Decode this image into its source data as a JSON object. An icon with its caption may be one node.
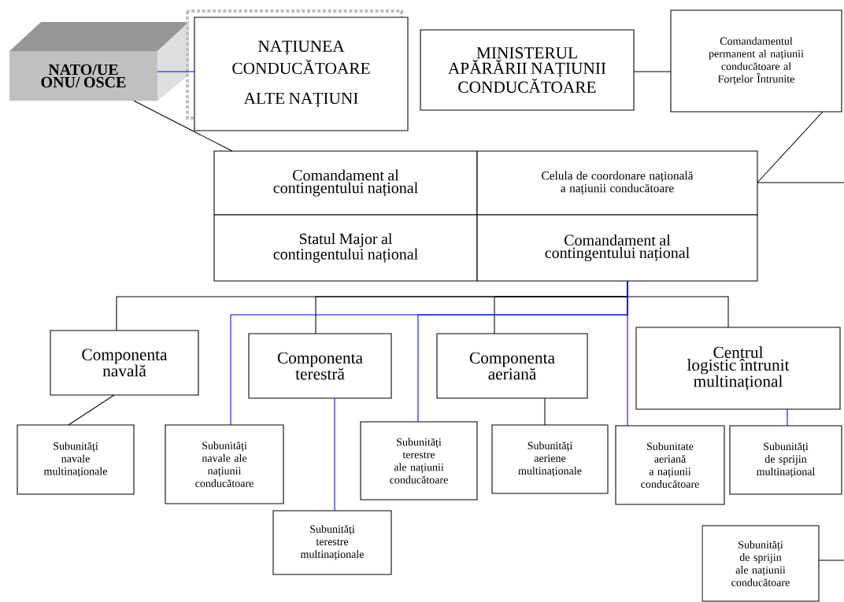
{
  "diagram": {
    "nodes": [
      {
        "text": [
          "NATO/UE ONU/ OSCE"
        ]
      },
      {
        "text": [
          "NAȚIUNEA CONDUCĂTOARE",
          "ALTE NAȚIUNI"
        ]
      },
      {
        "text": [
          "MINISTERUL APĂRĂRII NAȚIUNII CONDUCĂTOARE"
        ]
      },
      {
        "text": [
          "Comandamentul permanent al națiunii conducătoare al Forțelor Întrunite"
        ]
      },
      {
        "text": [
          "Comandament al contingentului național"
        ]
      },
      {
        "text": [
          "Celula de coordonare națională a națiunii conducătoare"
        ]
      },
      {
        "text": [
          "Statul Major al contingentului național"
        ]
      },
      {
        "text": [
          "Comandament al contingentului național"
        ]
      },
      {
        "text": [
          "Componenta navală"
        ]
      },
      {
        "text": [
          "Componenta terestră"
        ]
      },
      {
        "text": [
          "Componenta aeriană"
        ]
      },
      {
        "text": [
          "Centrul logistic întrunit multinațional"
        ]
      },
      {
        "text": [
          "Subunități navale multinaționale"
        ]
      },
      {
        "text": [
          "Subunități navale ale națiunii conducătoare"
        ]
      },
      {
        "text": [
          "Subunități terestre ale națiunii conducătoare"
        ]
      },
      {
        "text": [
          "Subunități aeriene multinaționale"
        ]
      },
      {
        "text": [
          "Subunitate aeriană a națiunii conducătoare"
        ]
      },
      {
        "text": [
          "Subunități de sprijin multinațional"
        ]
      },
      {
        "text": [
          "Subunități terestre multinaționale"
        ]
      },
      {
        "text": [
          "Subunități de sprijin ale națiunii conducătoare"
        ]
      }
    ],
    "edges": [
      {
        "from": 0,
        "to": 1,
        "arrow": "none",
        "color": "#0000ff"
      },
      {
        "from": 2,
        "to": 3,
        "arrow": "none"
      },
      {
        "from": 0,
        "to": 4,
        "arrow": "none"
      },
      {
        "from": 3,
        "to": 5,
        "arrow": "none"
      },
      {
        "from": 5,
        "to": null,
        "arrow": "none"
      },
      {
        "from": 7,
        "to": 8,
        "arrow": "none"
      },
      {
        "from": 7,
        "to": 9,
        "arrow": "none"
      },
      {
        "from": 7,
        "to": 10,
        "arrow": "none"
      },
      {
        "from": 7,
        "to": 11,
        "arrow": "none"
      },
      {
        "from": 7,
        "to": 13,
        "arrow": "none",
        "color": "#0000ff"
      },
      {
        "from": 7,
        "to": 14,
        "arrow": "none",
        "color": "#0000ff"
      },
      {
        "from": 7,
        "to": 16,
        "arrow": "none",
        "color": "#0000ff"
      },
      {
        "from": 8,
        "to": 12,
        "arrow": "none"
      },
      {
        "from": 9,
        "to": 18,
        "arrow": "none",
        "color": "#0000ff"
      },
      {
        "from": 10,
        "to": 15,
        "arrow": "none"
      },
      {
        "from": 11,
        "to": 17,
        "arrow": "none",
        "color": "#0000ff"
      },
      {
        "from": 19,
        "to": null,
        "arrow": "none"
      }
    ]
  }
}
